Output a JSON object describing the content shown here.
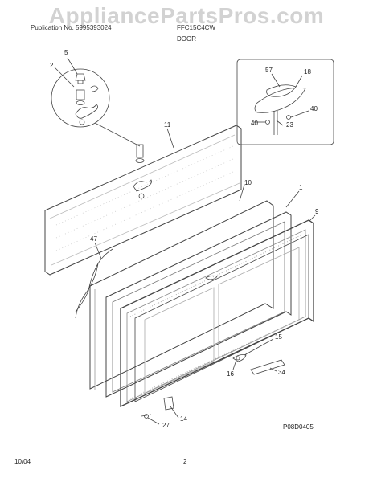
{
  "watermark": "AppliancePartsPros.com",
  "header": {
    "left_text": "Publication No. 5995393024",
    "model": "FFC15C4CW",
    "section_title": "DOOR"
  },
  "callouts": [
    "5",
    "2",
    "11",
    "10",
    "1",
    "9",
    "47",
    "57",
    "18",
    "40",
    "40",
    "23",
    "15",
    "16",
    "34",
    "14",
    "27"
  ],
  "drawing_code": "P08D0405",
  "footer": {
    "date": "10/04",
    "page": "2"
  }
}
